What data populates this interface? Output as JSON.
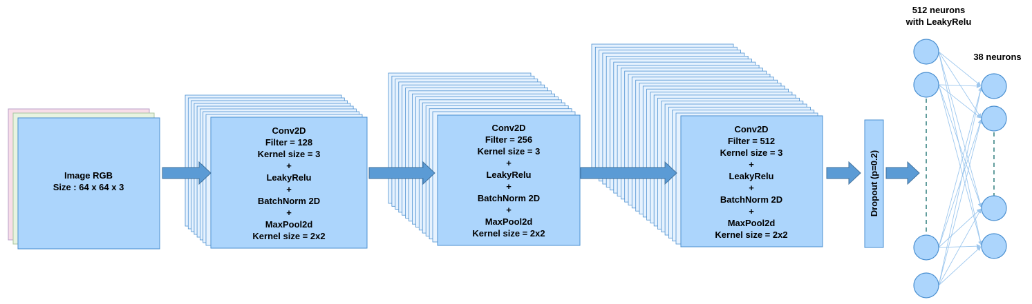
{
  "colors": {
    "box_fill": "#acd5fc",
    "box_stroke": "#4a8fd0",
    "arrow_fill": "#5b9bd5",
    "arrow_stroke": "#41719c",
    "stack_fill": "#e6f2fe",
    "input_back_1": "#f8dde8",
    "input_back_2": "#e8f3e0",
    "connection": "#9dc7ee",
    "dash": "#2e7d7d"
  },
  "input_block": {
    "lines": [
      "Image RGB",
      "Size : 64 x 64 x 3"
    ]
  },
  "conv_blocks": [
    {
      "lines": [
        "Conv2D",
        "Filter = 128",
        "Kernel size = 3",
        "+",
        "LeakyRelu",
        "+",
        "BatchNorm 2D",
        "+",
        "MaxPool2d",
        "Kernel size = 2x2"
      ]
    },
    {
      "lines": [
        "Conv2D",
        "Filter = 256",
        "Kernel size = 3",
        "+",
        "LeakyRelu",
        "+",
        "BatchNorm 2D",
        "+",
        "MaxPool2d",
        "Kernel size = 2x2"
      ]
    },
    {
      "lines": [
        "Conv2D",
        "Filter = 512",
        "Kernel size = 3",
        "+",
        "LeakyRelu",
        "+",
        "BatchNorm 2D",
        "+",
        "MaxPool2d",
        "Kernel size = 2x2"
      ]
    }
  ],
  "dropout": {
    "label": "Dropout (p=0.2)"
  },
  "hidden_layer": {
    "title_lines": [
      "512 neurons",
      "with LeakyRelu"
    ]
  },
  "output_layer": {
    "title": "38 neurons"
  }
}
